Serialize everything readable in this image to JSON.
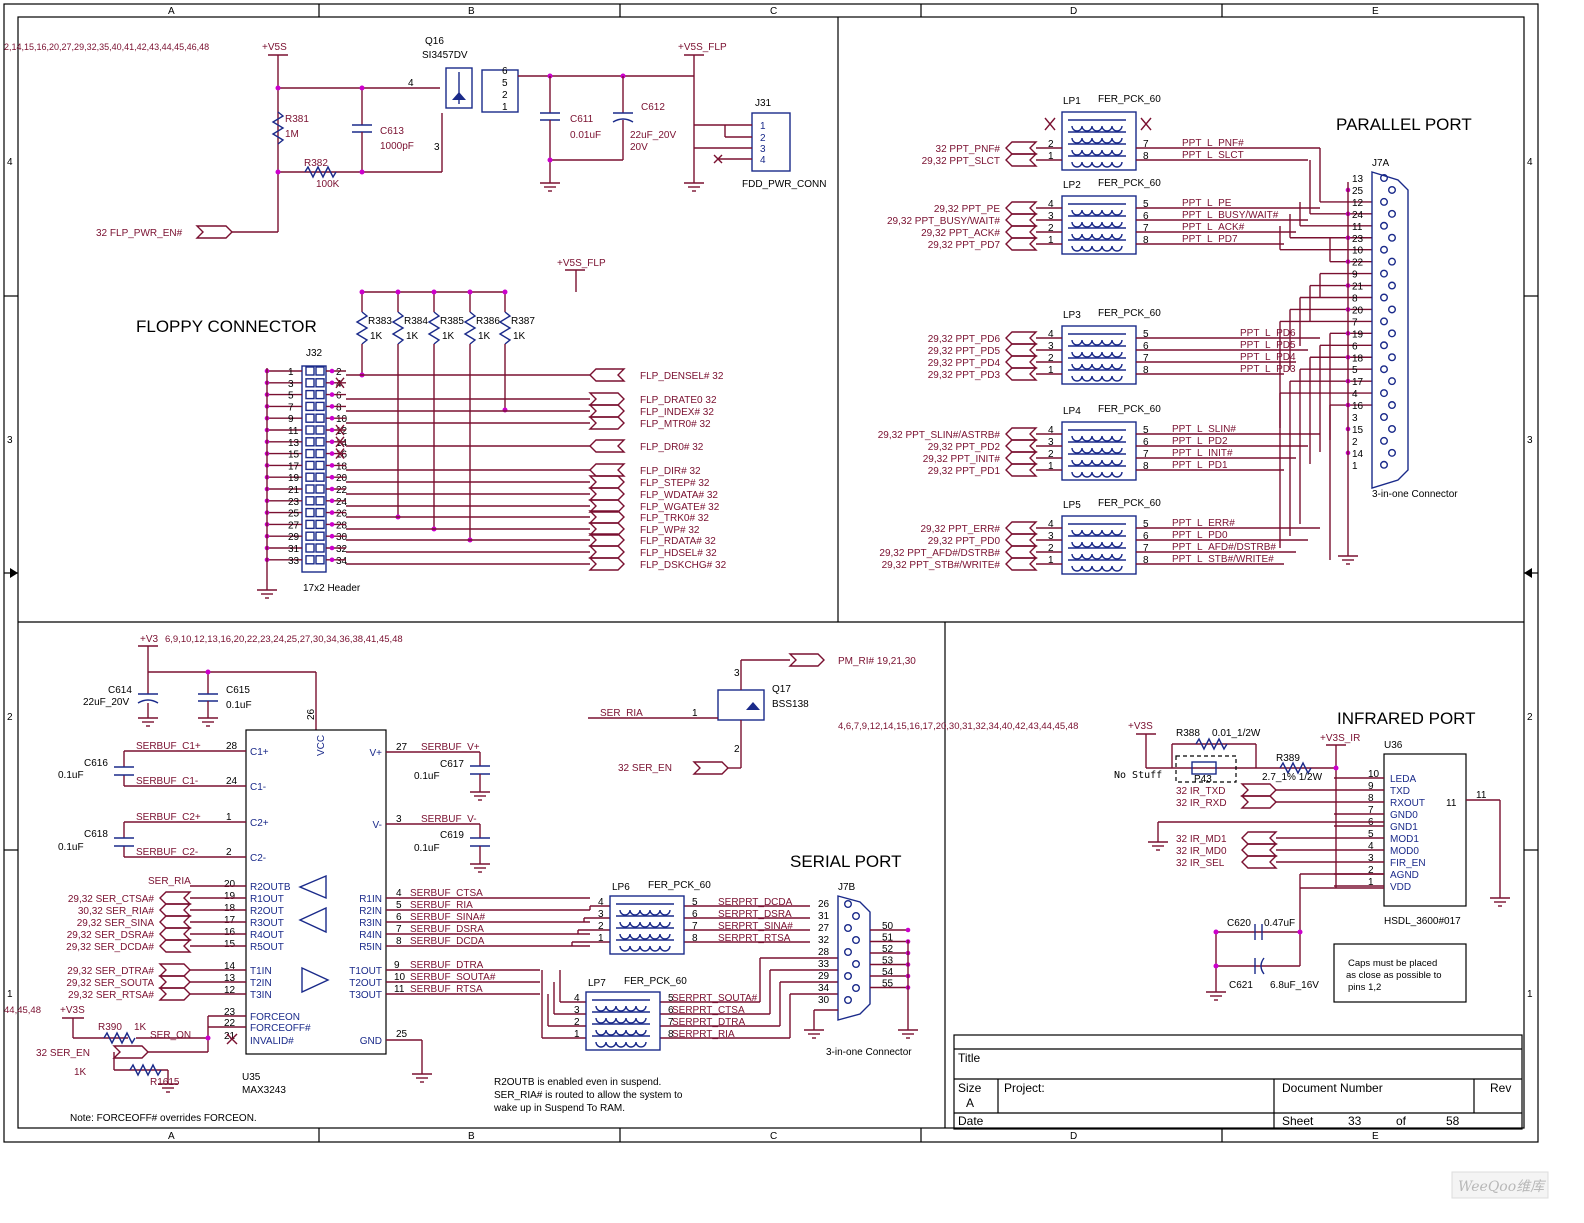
{
  "frame": {
    "columns": [
      "A",
      "B",
      "C",
      "D",
      "E"
    ],
    "rows": [
      "4",
      "3",
      "2",
      "1"
    ]
  },
  "titles": {
    "parallel": "PARALLEL PORT",
    "floppy": "FLOPPY CONNECTOR",
    "serial": "SERIAL PORT",
    "infrared": "INFRARED PORT"
  },
  "power": {
    "v5s": "+V5S",
    "v5s_flp": "+V5S_FLP",
    "v3": "+V3",
    "v3s": "+V3S",
    "v3s_ir": "+V3S_IR",
    "v5s_pages": "2,14,15,16,20,27,29,32,35,40,41,42,43,44,45,46,48",
    "v3_pages": "6,9,10,12,13,16,20,22,23,24,25,27,30,34,36,38,41,45,48",
    "v3s_pages_top": "4,6,7,9,12,14,15,16,17,20,30,31,32,34,40,42,43,44,45,48",
    "v3s_pages_left": "44,45,48"
  },
  "floppy_power": {
    "q16": "Q16",
    "q16_part": "SI3457DV",
    "r381": "R381",
    "r381_val": "1M",
    "c613": "C613",
    "c613_val": "1000pF",
    "r382": "R382",
    "r382_val": "100K",
    "c611": "C611",
    "c611_val": "0.01uF",
    "c612": "C612",
    "c612_val": "22uF_20V",
    "c612_val2": "20V",
    "j31": "J31",
    "j31_name": "FDD_PWR_CONN",
    "flp_pwr_en": "32  FLP_PWR_EN#",
    "pins_q": [
      "6",
      "5",
      "2",
      "1"
    ],
    "pin4": "4",
    "pin3": "3",
    "j31_pins": [
      "1",
      "2",
      "3",
      "4"
    ]
  },
  "floppy": {
    "j32": "J32",
    "header": "17x2 Header",
    "resistors": [
      {
        "ref": "R383",
        "val": "1K"
      },
      {
        "ref": "R384",
        "val": "1K"
      },
      {
        "ref": "R385",
        "val": "1K"
      },
      {
        "ref": "R386",
        "val": "1K"
      },
      {
        "ref": "R387",
        "val": "1K"
      }
    ],
    "odd_pins": [
      "1",
      "3",
      "5",
      "7",
      "9",
      "11",
      "13",
      "15",
      "17",
      "19",
      "21",
      "23",
      "25",
      "27",
      "29",
      "31",
      "33"
    ],
    "even_pins": [
      "2",
      "4",
      "6",
      "8",
      "10",
      "12",
      "14",
      "16",
      "18",
      "20",
      "22",
      "24",
      "26",
      "28",
      "30",
      "32",
      "34"
    ],
    "signals": [
      "FLP_DENSEL#  32",
      "FLP_DRATE0  32",
      "FLP_INDEX#  32",
      "FLP_MTR0#  32",
      "FLP_DR0#  32",
      "FLP_DIR#  32",
      "FLP_STEP#  32",
      "FLP_WDATA#  32",
      "FLP_WGATE#  32",
      "FLP_TRK0#  32",
      "FLP_WP#  32",
      "FLP_RDATA#  32",
      "FLP_HDSEL#  32",
      "FLP_DSKCHG#  32"
    ]
  },
  "parallel": {
    "packs": [
      {
        "ref": "LP1",
        "name": "FER_PCK_60",
        "left": [
          "32  PPT_PNF#",
          "29,32  PPT_SLCT"
        ],
        "right": [
          "PPT_L_PNF#",
          "PPT_L_SLCT"
        ],
        "lpins": [
          "2",
          "1"
        ],
        "rpins": [
          "7",
          "8"
        ]
      },
      {
        "ref": "LP2",
        "name": "FER_PCK_60",
        "left": [
          "29,32  PPT_PE",
          "29,32  PPT_BUSY/WAIT#",
          "29,32  PPT_ACK#",
          "29,32  PPT_PD7"
        ],
        "right": [
          "PPT_L_PE",
          "PPT_L_BUSY/WAIT#",
          "PPT_L_ACK#",
          "PPT_L_PD7"
        ],
        "lpins": [
          "4",
          "3",
          "2",
          "1"
        ],
        "rpins": [
          "5",
          "6",
          "7",
          "8"
        ]
      },
      {
        "ref": "LP3",
        "name": "FER_PCK_60",
        "left": [
          "29,32  PPT_PD6",
          "29,32  PPT_PD5",
          "29,32  PPT_PD4",
          "29,32  PPT_PD3"
        ],
        "right": [
          "PPT_L_PD6",
          "PPT_L_PD5",
          "PPT_L_PD4",
          "PPT_L_PD3"
        ],
        "lpins": [
          "4",
          "3",
          "2",
          "1"
        ],
        "rpins": [
          "5",
          "6",
          "7",
          "8"
        ]
      },
      {
        "ref": "LP4",
        "name": "FER_PCK_60",
        "left": [
          "29,32  PPT_SLIN#/ASTRB#",
          "29,32  PPT_PD2",
          "29,32  PPT_INIT#",
          "29,32  PPT_PD1"
        ],
        "right": [
          "PPT_L_SLIN#",
          "PPT_L_PD2",
          "PPT_L_INIT#",
          "PPT_L_PD1"
        ],
        "lpins": [
          "4",
          "3",
          "2",
          "1"
        ],
        "rpins": [
          "5",
          "6",
          "7",
          "8"
        ]
      },
      {
        "ref": "LP5",
        "name": "FER_PCK_60",
        "left": [
          "29,32  PPT_ERR#",
          "29,32  PPT_PD0",
          "29,32  PPT_AFD#/DSTRB#",
          "29,32  PPT_STB#/WRITE#"
        ],
        "right": [
          "PPT_L_ERR#",
          "PPT_L_PD0",
          "PPT_L_AFD#/DSTRB#",
          "PPT_L_STB#/WRITE#"
        ],
        "lpins": [
          "4",
          "3",
          "2",
          "1"
        ],
        "rpins": [
          "5",
          "6",
          "7",
          "8"
        ]
      }
    ],
    "j7a": "J7A",
    "j7a_pins": [
      "13",
      "25",
      "12",
      "24",
      "11",
      "23",
      "10",
      "22",
      "9",
      "21",
      "8",
      "20",
      "7",
      "19",
      "6",
      "18",
      "5",
      "17",
      "4",
      "16",
      "3",
      "15",
      "2",
      "14",
      "1"
    ],
    "connector": "3-in-one Connector"
  },
  "serial": {
    "c614": "C614",
    "c614_val": "22uF_20V",
    "c615": "C615",
    "c615_val": "0.1uF",
    "c616": "C616",
    "c616_val": "0.1uF",
    "c617": "C617",
    "c617_val": "0.1uF",
    "c618": "C618",
    "c618_val": "0.1uF",
    "c619": "C619",
    "c619_val": "0.1uF",
    "u35": "U35",
    "u35_part": "MAX3243",
    "vcc": "VCC",
    "vcc_pin": "26",
    "left_pins": [
      {
        "pin": "28",
        "name": "C1+",
        "net": "SERBUF_C1+"
      },
      {
        "pin": "24",
        "name": "C1-",
        "net": "SERBUF_C1-"
      },
      {
        "pin": "1",
        "name": "C2+",
        "net": "SERBUF_C2+"
      },
      {
        "pin": "2",
        "name": "C2-",
        "net": "SERBUF_C2-"
      }
    ],
    "right_pins": [
      {
        "pin": "27",
        "name": "V+",
        "net": "SERBUF_V+"
      },
      {
        "pin": "3",
        "name": "V-",
        "net": "SERBUF_V-"
      }
    ],
    "rx_out": [
      {
        "pin": "20",
        "name": "R2OUTB",
        "net": "SER_RIA"
      },
      {
        "pin": "19",
        "name": "R1OUT",
        "net": "29,32  SER_CTSA#"
      },
      {
        "pin": "18",
        "name": "R2OUT",
        "net": "30,32  SER_RIA#"
      },
      {
        "pin": "17",
        "name": "R3OUT",
        "net": "29,32  SER_SINA"
      },
      {
        "pin": "16",
        "name": "R4OUT",
        "net": "29,32  SER_DSRA#"
      },
      {
        "pin": "15",
        "name": "R5OUT",
        "net": "29,32  SER_DCDA#"
      }
    ],
    "rx_in": [
      {
        "pin": "4",
        "name": "R1IN",
        "net": "SERBUF_CTSA"
      },
      {
        "pin": "5",
        "name": "R2IN",
        "net": "SERBUF_RIA"
      },
      {
        "pin": "6",
        "name": "R3IN",
        "net": "SERBUF_SINA#"
      },
      {
        "pin": "7",
        "name": "R4IN",
        "net": "SERBUF_DSRA"
      },
      {
        "pin": "8",
        "name": "R5IN",
        "net": "SERBUF_DCDA"
      }
    ],
    "tx_in": [
      {
        "pin": "14",
        "name": "T1IN",
        "net": "29,32  SER_DTRA#"
      },
      {
        "pin": "13",
        "name": "T2IN",
        "net": "29,32  SER_SOUTA"
      },
      {
        "pin": "12",
        "name": "T3IN",
        "net": "29,32  SER_RTSA#"
      }
    ],
    "tx_out": [
      {
        "pin": "9",
        "name": "T1OUT",
        "net": "SERBUF_DTRA"
      },
      {
        "pin": "10",
        "name": "T2OUT",
        "net": "SERBUF_SOUTA#"
      },
      {
        "pin": "11",
        "name": "T3OUT",
        "net": "SERBUF_RTSA"
      }
    ],
    "ctrl": [
      {
        "pin": "23",
        "name": "FORCEON"
      },
      {
        "pin": "22",
        "name": "FORCEOFF#"
      },
      {
        "pin": "21",
        "name": "INVALID#"
      }
    ],
    "gnd": "GND",
    "gnd_pin": "25",
    "r390": "R390",
    "r390_val": "1K",
    "r1615": "R1615",
    "r1615_val": "1K",
    "ser_on": "SER_ON",
    "ser_en": "32  SER_EN",
    "q17": "Q17",
    "q17_part": "BSS138",
    "pm_ri": "PM_RI#  19,21,30",
    "ser_ria": "SER_RIA",
    "ser_en2": "32  SER_EN",
    "lp6": "LP6",
    "lp6_name": "FER_PCK_60",
    "lp6_out": [
      "SERPRT_DCDA",
      "SERPRT_DSRA",
      "SERPRT_SINA#",
      "SERPRT_RTSA"
    ],
    "lp7": "LP7",
    "lp7_name": "FER_PCK_60",
    "lp7_out": [
      "SERPRT_SOUTA#",
      "SERPRT_CTSA",
      "SERPRT_DTRA",
      "SERPRT_RIA"
    ],
    "j7b": "J7B",
    "j7b_pins": [
      "26",
      "31",
      "27",
      "32",
      "28",
      "33",
      "29",
      "34",
      "30"
    ],
    "j7b_gnd_pins": [
      "50",
      "51",
      "52",
      "53",
      "54",
      "55"
    ],
    "connector": "3-in-one Connector",
    "note1": "R2OUTB is enabled even in suspend.",
    "note2": "SER_RIA# is routed to allow the system to",
    "note3": "wake up in Suspend To RAM.",
    "note4": "Note: FORCEOFF# overrides FORCEON."
  },
  "infrared": {
    "r388": "R388",
    "r388_val": "0.01_1/2W",
    "p43": "P43",
    "no_stuff": "No Stuff",
    "r389": "R389",
    "r389_val": "2.7_1% 1/2W",
    "u36": "U36",
    "part": "HSDL_3600#017",
    "pins": [
      {
        "pin": "10",
        "name": "LEDA"
      },
      {
        "pin": "9",
        "name": "TXD"
      },
      {
        "pin": "8",
        "name": "RXOUT"
      },
      {
        "pin": "7",
        "name": "GND0"
      },
      {
        "pin": "6",
        "name": "GND1"
      },
      {
        "pin": "5",
        "name": "MOD1"
      },
      {
        "pin": "4",
        "name": "MOD0"
      },
      {
        "pin": "3",
        "name": "FIR_EN"
      },
      {
        "pin": "2",
        "name": "AGND"
      },
      {
        "pin": "1",
        "name": "VDD"
      }
    ],
    "pin11": "11",
    "nets": [
      "32  IR_TXD",
      "32  IR_RXD",
      "32  IR_MD1",
      "32  IR_MD0",
      "32  IR_SEL"
    ],
    "c620": "C620",
    "c620_val": "0.47uF",
    "c621": "C621",
    "c621_val": "6.8uF_16V",
    "note": [
      "Caps must be placed",
      "as close as possible to",
      "pins 1,2"
    ]
  },
  "titleblock": {
    "title": "Title",
    "size": "Size",
    "size_val": "A",
    "project": "Project:",
    "docnum": "Document Number",
    "rev": "Rev",
    "date": "Date",
    "sheet": "Sheet",
    "sheet_num": "33",
    "of": "of",
    "total": "58"
  },
  "watermark": "WeeQoo维库"
}
